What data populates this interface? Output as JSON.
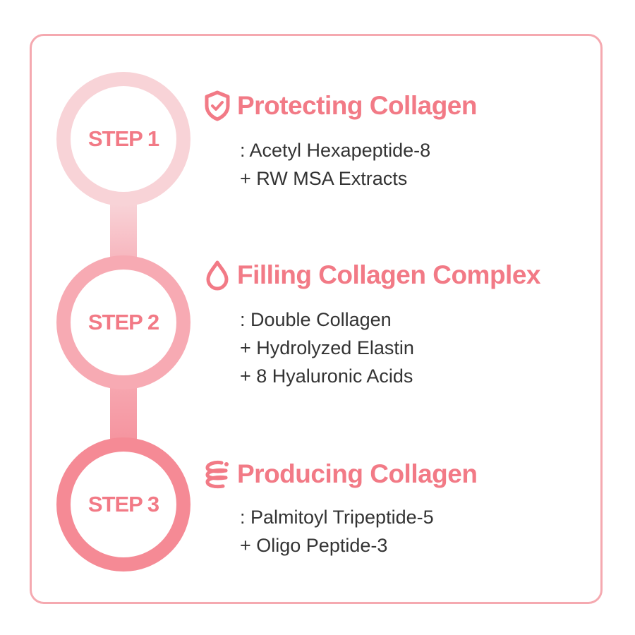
{
  "steps": [
    {
      "label": "STEP 1",
      "title": "Protecting Collagen",
      "icon": "shield-check-icon",
      "lines": [
        ": Acetyl Hexapeptide-8",
        "+ RW MSA Extracts"
      ]
    },
    {
      "label": "STEP 2",
      "title": "Filling Collagen Complex",
      "icon": "water-drop-icon",
      "lines": [
        ": Double Collagen",
        "+ Hydrolyzed Elastin",
        "+ 8 Hyaluronic Acids"
      ]
    },
    {
      "label": "STEP 3",
      "title": "Producing Collagen",
      "icon": "spiral-coil-icon",
      "lines": [
        ": Palmitoyl Tripeptide-5",
        "+ Oligo Peptide-3"
      ]
    }
  ],
  "colors": {
    "accent": "#f27a86",
    "step1": "#f8d3d7",
    "step2": "#f7aab3",
    "step3": "#f58a95",
    "border": "#f5a9b0"
  }
}
